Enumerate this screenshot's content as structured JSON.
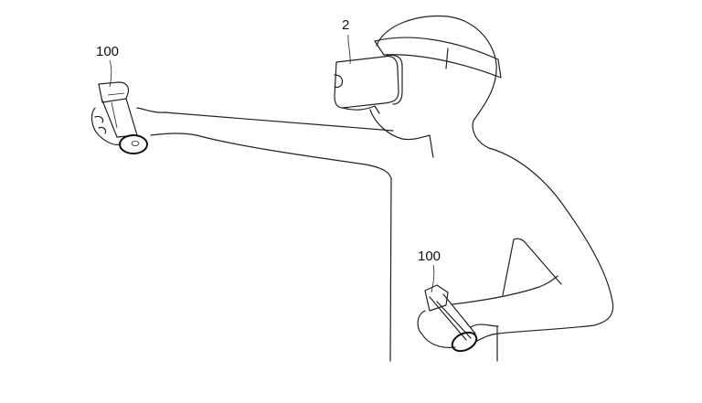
{
  "figure": {
    "description": "Patent-style line drawing of a person wearing a head-mounted display and holding a controller in each hand",
    "labels": [
      {
        "id": "hmd",
        "text": "2",
        "refers_to": "head-mounted display"
      },
      {
        "id": "controller-left",
        "text": "100",
        "refers_to": "controller held in outstretched hand"
      },
      {
        "id": "controller-right",
        "text": "100",
        "refers_to": "controller held at waist"
      }
    ]
  }
}
